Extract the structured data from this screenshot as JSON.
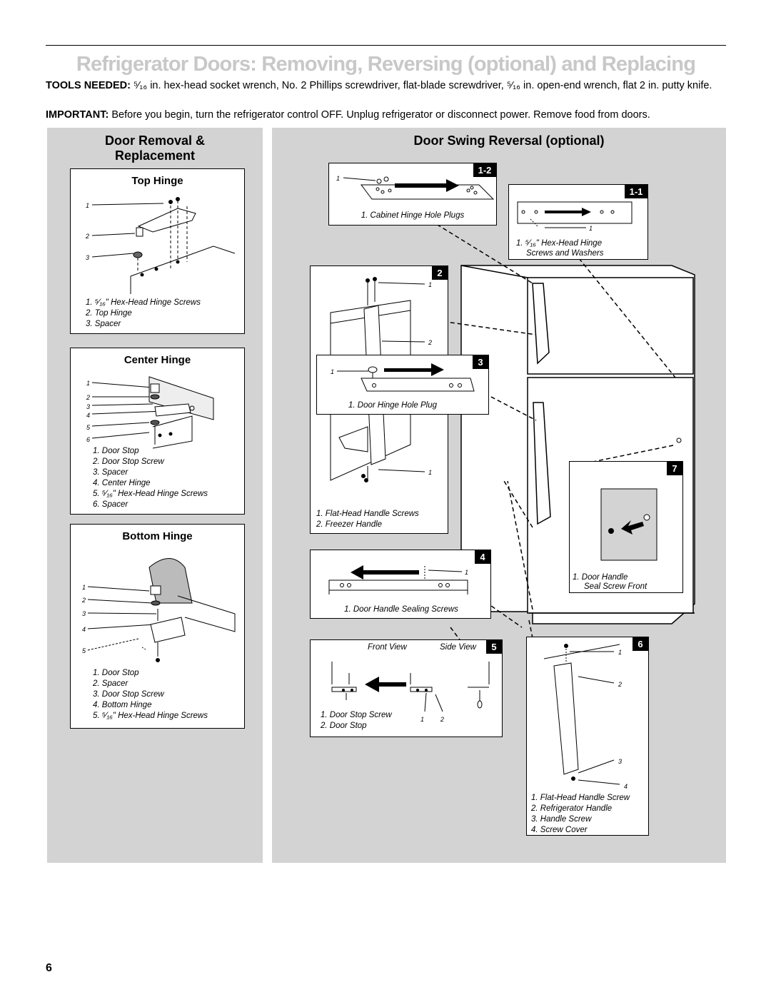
{
  "header": {
    "title": "Refrigerator Doors: Removing, Reversing (optional) and Replacing",
    "tools_label": "TOOLS NEEDED:",
    "tools_text": "⁵⁄₁₆ in. hex-head socket wrench, No. 2 Phillips screwdriver, flat-blade screwdriver, ⁵⁄₁₆ in. open-end wrench, flat 2 in. putty knife.",
    "important_label": "IMPORTANT:",
    "important_text": "Before you begin, turn the refrigerator control OFF. Unplug refrigerator or disconnect power. Remove food from doors."
  },
  "left_panel": {
    "title_line1": "Door Removal &",
    "title_line2": "Replacement",
    "top_hinge": {
      "title": "Top Hinge",
      "callouts": [
        "1",
        "2",
        "3"
      ],
      "legend": [
        "1. ⁵⁄₁₆\" Hex-Head Hinge Screws",
        "2. Top Hinge",
        "3. Spacer"
      ]
    },
    "center_hinge": {
      "title": "Center Hinge",
      "callouts": [
        "1",
        "2",
        "3",
        "4",
        "5",
        "6"
      ],
      "legend": [
        "1. Door Stop",
        "2. Door Stop Screw",
        "3. Spacer",
        "4. Center Hinge",
        "5. ⁵⁄₁₆\" Hex-Head Hinge Screws",
        "6. Spacer"
      ]
    },
    "bottom_hinge": {
      "title": "Bottom Hinge",
      "callouts": [
        "1",
        "2",
        "3",
        "4",
        "5"
      ],
      "legend": [
        "1. Door Stop",
        "2. Spacer",
        "3. Door Stop Screw",
        "4. Bottom Hinge",
        "5. ⁵⁄₁₆\" Hex-Head Hinge Screws"
      ]
    }
  },
  "right_panel": {
    "title": "Door Swing Reversal (optional)",
    "step_1_2": {
      "badge": "1-2",
      "callout": "1",
      "caption": "1. Cabinet Hinge Hole Plugs"
    },
    "step_1_1": {
      "badge": "1-1",
      "callout": "1",
      "caption_line1": "1. ⁵⁄₁₆\" Hex-Head Hinge",
      "caption_line2": "Screws and Washers"
    },
    "step_2": {
      "badge": "2",
      "callouts": [
        "1",
        "2",
        "1"
      ],
      "legend": [
        "1. Flat-Head Handle Screws",
        "2. Freezer Handle"
      ]
    },
    "step_3": {
      "badge": "3",
      "callout": "1",
      "caption": "1. Door Hinge Hole Plug"
    },
    "step_4": {
      "badge": "4",
      "callout": "1",
      "caption": "1. Door Handle Sealing Screws"
    },
    "step_5": {
      "badge": "5",
      "front_view": "Front View",
      "side_view": "Side View",
      "callouts": [
        "1",
        "2"
      ],
      "legend": [
        "1. Door Stop Screw",
        "2. Door Stop"
      ]
    },
    "step_6": {
      "badge": "6",
      "callouts": [
        "1",
        "2",
        "3",
        "4"
      ],
      "legend": [
        "1. Flat-Head Handle Screw",
        "2. Refrigerator Handle",
        "3. Handle Screw",
        "4. Screw Cover"
      ]
    },
    "step_7": {
      "badge": "7",
      "caption_line1": "1. Door Handle",
      "caption_line2": "Seal Screw Front"
    }
  },
  "page_number": "6"
}
